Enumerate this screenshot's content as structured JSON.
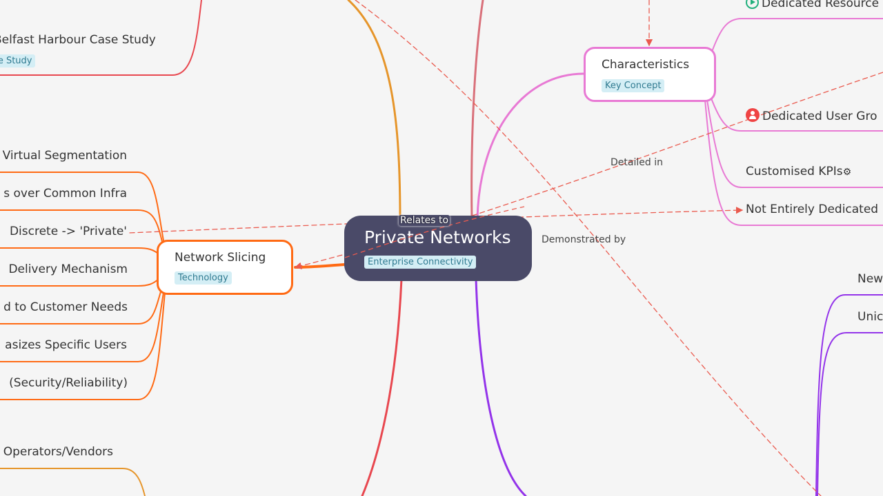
{
  "central": {
    "title": "Private Networks",
    "tag": "Enterprise Connectivity"
  },
  "nodes": {
    "network_slicing": {
      "title": "Network Slicing",
      "tag": "Technology"
    },
    "characteristics": {
      "title": "Characteristics",
      "tag": "Key Concept"
    },
    "belfast": {
      "title": "Belfast Harbour Case Study",
      "tag": "Case Study"
    }
  },
  "slicing_children": [
    "Virtual Segmentation",
    "s over Common Infra",
    "Discrete -> 'Private'",
    "Delivery Mechanism",
    "d to Customer Needs",
    "asizes Specific Users",
    "(Security/Reliability)"
  ],
  "left_bottom": "Operators/Vendors",
  "characteristics_children": [
    {
      "label": "Dedicated Resource",
      "icon": "play-circle-icon"
    },
    {
      "label": "Dedicated User Gro",
      "icon": "user-circle-icon"
    },
    {
      "label": "Customised KPIs",
      "icon": "gear-icon"
    },
    {
      "label": "Not Entirely Dedicated",
      "icon": ""
    }
  ],
  "right_children": [
    "New",
    "Unic"
  ],
  "relations": {
    "relates_to": "Relates to",
    "detailed_in": "Detailed in",
    "demonstrated_by": "Demonstrated by"
  },
  "colors": {
    "central": "#4a4a68",
    "orange": "#ff6a14",
    "pink": "#e879d4",
    "purple": "#9333ea",
    "red": "#e8474f",
    "gold": "#e6952a",
    "dashed": "#ea5a4e"
  }
}
